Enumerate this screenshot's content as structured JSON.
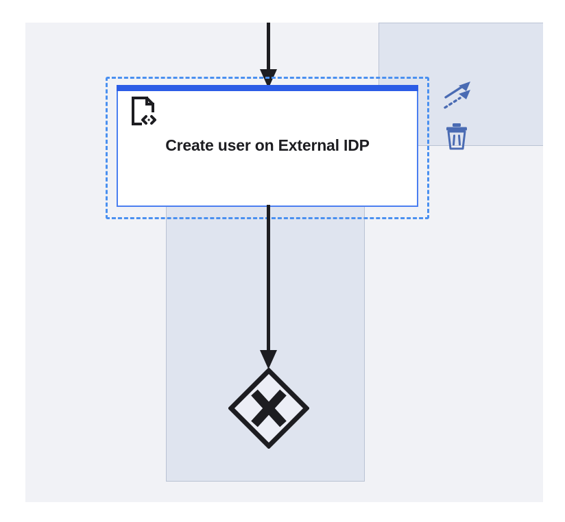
{
  "canvas": {
    "background_color": "#f1f2f6",
    "page_background_color": "#ffffff"
  },
  "colors": {
    "accent_blue": "#2b5ce6",
    "selection_blue": "#4a90f0",
    "shape_border_blue": "#4a7ef0",
    "overlay_fill": "#dfe4ef",
    "overlay_border": "#b9c2d3",
    "pad_icon_blue": "#4a6bb3",
    "stroke_dark": "#1d1d21"
  },
  "task": {
    "name": "Create user on External IDP",
    "label_line_1": "Create user on",
    "label_line_2": "External IDP",
    "type": "script-task",
    "marker_icon": "script-document-code-icon",
    "selected": true,
    "accent_color": "#2b5ce6"
  },
  "gateway": {
    "type": "exclusive-gateway",
    "symbol": "X"
  },
  "connectors": [
    {
      "name": "incoming-sequence-flow",
      "direction": "down",
      "target": "task"
    },
    {
      "name": "outgoing-sequence-flow",
      "direction": "down",
      "target": "gateway"
    }
  ],
  "context_pad": {
    "items": [
      {
        "name": "append-flow-icon",
        "label": "Append / connect",
        "icon": "two-arrows-up-right-icon"
      },
      {
        "name": "delete-icon",
        "label": "Delete",
        "icon": "trash-icon"
      }
    ]
  },
  "overlays": [
    {
      "name": "context-pad-panel",
      "label": "Context pad region"
    },
    {
      "name": "flow-highlight-panel",
      "label": "Flow highlight region"
    }
  ]
}
